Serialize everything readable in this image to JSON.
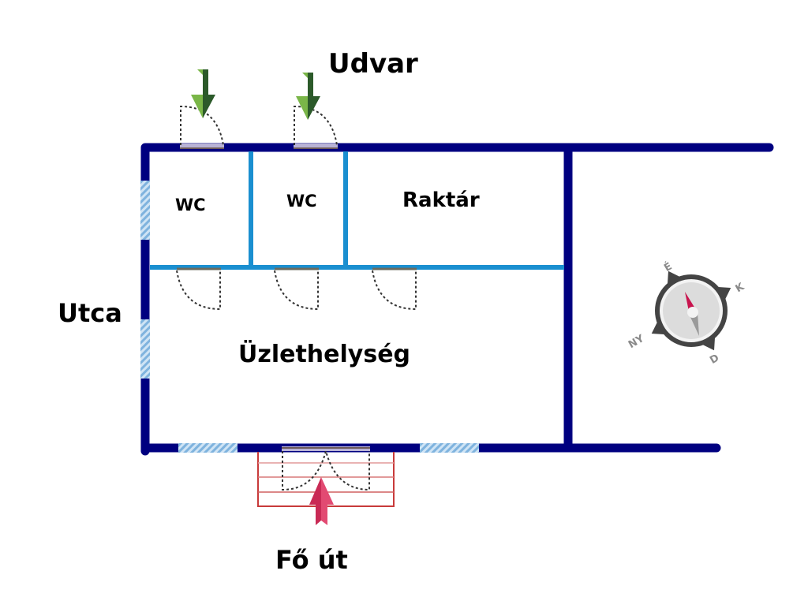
{
  "labels": {
    "courtyard": "Udvar",
    "street": "Utca",
    "main_road": "Fő út",
    "wc1": "WC",
    "wc2": "WC",
    "storage": "Raktár",
    "shop": "Üzlethelység"
  },
  "compass": {
    "north": "É",
    "east": "K",
    "south": "D",
    "west": "NY"
  },
  "colors": {
    "outer_wall": "#000080",
    "inner_wall": "#1a8fd0",
    "window": "#9ec9e8",
    "entry_arrow": "#d62f5a",
    "courtyard_arrow": "#7ab648",
    "stairs": "#c83a3a"
  }
}
